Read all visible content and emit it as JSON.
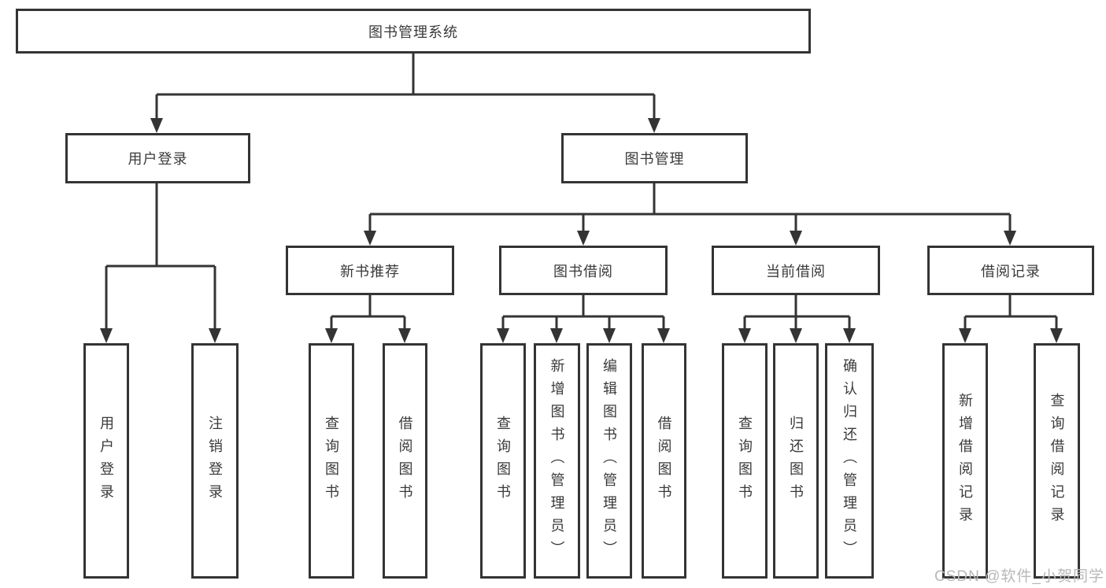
{
  "diagram": {
    "root": {
      "label": "图书管理系统",
      "children": [
        {
          "label": "用户登录",
          "children": [
            {
              "label": "用户登录"
            },
            {
              "label": "注销登录"
            }
          ]
        },
        {
          "label": "图书管理",
          "children": [
            {
              "label": "新书推荐",
              "children": [
                {
                  "label": "查询图书"
                },
                {
                  "label": "借阅图书"
                }
              ]
            },
            {
              "label": "图书借阅",
              "children": [
                {
                  "label": "查询图书"
                },
                {
                  "label": "新增图书（管理员）"
                },
                {
                  "label": "编辑图书（管理员）"
                },
                {
                  "label": "借阅图书"
                }
              ]
            },
            {
              "label": "当前借阅",
              "children": [
                {
                  "label": "查询图书"
                },
                {
                  "label": "归还图书"
                },
                {
                  "label": "确认归还（管理员）"
                }
              ]
            },
            {
              "label": "借阅记录",
              "children": [
                {
                  "label": "新增借阅记录"
                },
                {
                  "label": "查询借阅记录"
                }
              ]
            }
          ]
        }
      ]
    },
    "colors": {
      "line": "#343434",
      "box_border": "#343434",
      "text": "#3a3a3a",
      "background": "#ffffff",
      "watermark": "#b8b8b8"
    }
  },
  "watermark": {
    "text": "CSDN @软件_小贺同学"
  }
}
